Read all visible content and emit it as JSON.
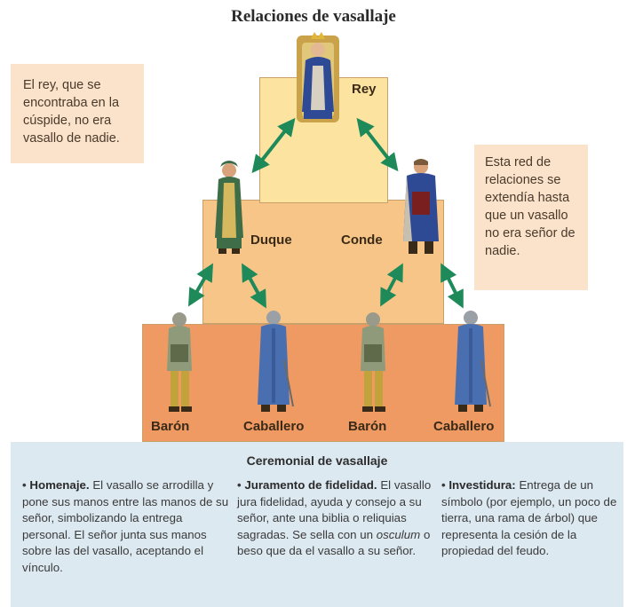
{
  "title": "Relaciones de vasallaje",
  "notes": {
    "left": "El rey, que se encontraba en la cúspide, no era vasallo de nadie.",
    "right": "Esta red de relaciones se extendía hasta que un vasallo no era señor de nadie."
  },
  "labels": {
    "rey": "Rey",
    "duque": "Duque",
    "conde": "Conde",
    "baron1": "Barón",
    "caballero1": "Caballero",
    "baron2": "Barón",
    "caballero2": "Caballero"
  },
  "ceremonial": {
    "title": "Ceremonial de vasallaje",
    "items": [
      {
        "heading": "Homenaje.",
        "text": "El vasallo se arrodilla y pone sus manos entre las manos de su señor, simbolizando la entrega personal. El señor junta sus manos sobre las del vasallo, aceptando el vínculo."
      },
      {
        "heading": "Juramento de fidelidad.",
        "text_before": "El vasallo jura fidelidad, ayuda y consejo a su señor, ante una biblia o reliquias sagradas. Se sella con un",
        "italic": "osculum",
        "text_after": "o beso que da el vasallo a su señor."
      },
      {
        "heading": "Investidura:",
        "text": "Entrega de un símbolo (por ejemplo, un poco de tierra, una rama de árbol) que representa la cesión de la propiedad del feudo."
      }
    ]
  },
  "colors": {
    "top_tier": "#fce3a0",
    "middle_tier": "#f7c587",
    "bottom_tier": "#ef9a63",
    "arrow": "#1e8a5a",
    "note_bg": "#fbe3cb",
    "ceremonial_bg": "#dde9f1"
  },
  "icons": [
    "king-figure-icon",
    "duke-figure-icon",
    "count-figure-icon",
    "baron-figure-icon",
    "knight-figure-icon",
    "double-arrow-icon"
  ]
}
